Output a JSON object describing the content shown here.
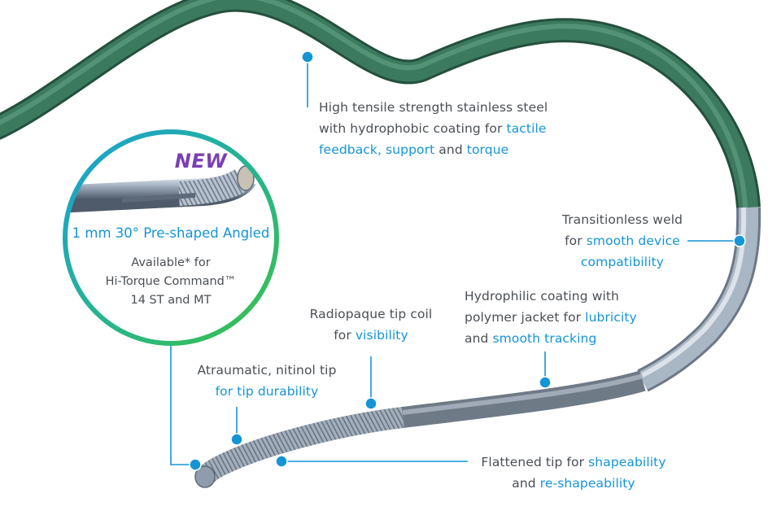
{
  "inset": {
    "new_label": "NEW",
    "title": "1 mm 30° Pre-shaped Angled",
    "availability": [
      "Available* for",
      "Hi-Torque Command™",
      "14 ST and MT"
    ]
  },
  "callouts": {
    "steel": [
      [
        {
          "t": "High tensile strength stainless steel",
          "h": false
        }
      ],
      [
        {
          "t": "with hydrophobic coating for ",
          "h": false
        },
        {
          "t": "tactile",
          "h": true
        }
      ],
      [
        {
          "t": "feedback, support",
          "h": true
        },
        {
          "t": " and ",
          "h": false
        },
        {
          "t": "torque",
          "h": true
        }
      ]
    ],
    "weld": [
      [
        {
          "t": "Transitionless weld",
          "h": false
        }
      ],
      [
        {
          "t": "for ",
          "h": false
        },
        {
          "t": "smooth device",
          "h": true
        }
      ],
      [
        {
          "t": "compatibility",
          "h": true
        }
      ]
    ],
    "hydrophilic": [
      [
        {
          "t": "Hydrophilic coating with",
          "h": false
        }
      ],
      [
        {
          "t": "polymer jacket for ",
          "h": false
        },
        {
          "t": "lubricity",
          "h": true
        }
      ],
      [
        {
          "t": "and ",
          "h": false
        },
        {
          "t": "smooth tracking",
          "h": true
        }
      ]
    ],
    "coil": [
      [
        {
          "t": "Radiopaque tip coil",
          "h": false
        }
      ],
      [
        {
          "t": "for ",
          "h": false
        },
        {
          "t": "visibility",
          "h": true
        }
      ]
    ],
    "nitinol": [
      [
        {
          "t": "Atraumatic, nitinol tip",
          "h": false
        }
      ],
      [
        {
          "t": "for tip durability",
          "h": true
        }
      ]
    ],
    "flattened": [
      [
        {
          "t": "Flattened tip for ",
          "h": false
        },
        {
          "t": "shapeability",
          "h": true
        }
      ],
      [
        {
          "t": "and ",
          "h": false
        },
        {
          "t": "re-shapeability",
          "h": true
        }
      ]
    ]
  },
  "colors": {
    "accent": "#1495d6",
    "text": "#4a4f55",
    "new_purple": "#7b3fb3",
    "wire_green": "#3c7a5f",
    "wire_steel": "#a9b6c4"
  }
}
